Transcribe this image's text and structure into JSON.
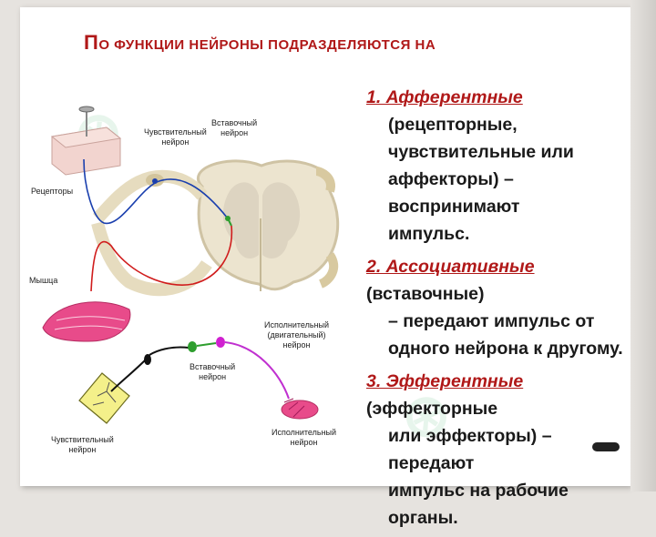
{
  "title": {
    "first_letter": "П",
    "rest": "о функции нейроны подразделяются на"
  },
  "items": [
    {
      "term": "1. Афферентные",
      "desc_lines": [
        "(рецепторные,",
        "чувствительные или",
        "аффекторы) – воспринимают",
        "импульс."
      ]
    },
    {
      "term": "2. Ассоциативные",
      "inline": " (вставочные)",
      "desc_lines": [
        "– передают импульс от",
        "одного нейрона к другому."
      ]
    },
    {
      "term": "3. Эфферентные",
      "inline": " (эффекторные",
      "desc_lines": [
        "или эффекторы) – передают",
        "импульс на рабочие органы."
      ]
    }
  ],
  "diagram_labels": {
    "sensory_neuron": [
      "Чувствительный",
      "нейрон"
    ],
    "inter_neuron": [
      "Вставочный",
      "нейрон"
    ],
    "receptors": "Рецепторы",
    "muscle": "Мышца",
    "motor_neuron": [
      "Исполнительный",
      "(двигательный)",
      "нейрон"
    ],
    "inter_neuron_2": [
      "Вставочный",
      "нейрон"
    ],
    "sensory_neuron_2": [
      "Чувствительный",
      "нейрон"
    ],
    "motor_neuron_2": [
      "Исполнительный",
      "нейрон"
    ]
  },
  "colors": {
    "title": "#b01818",
    "term": "#b01818",
    "sensory_path": "#1a3fae",
    "motor_path": "#d01c1c",
    "interneuron": "#2e9e2e"
  }
}
